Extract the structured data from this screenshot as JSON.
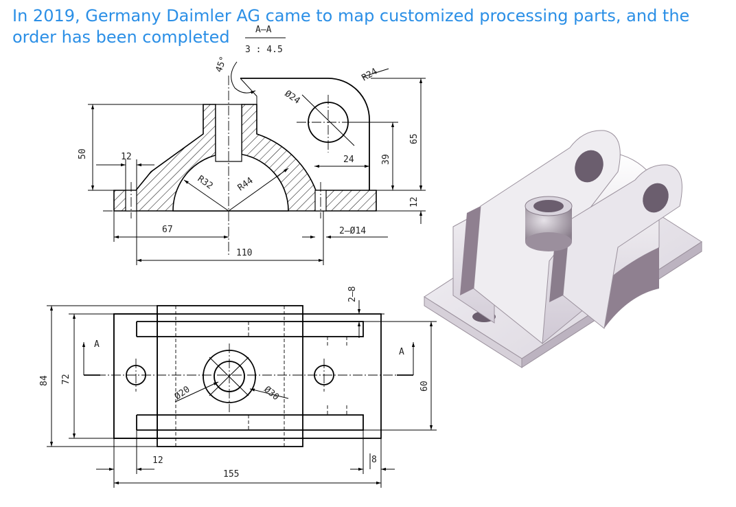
{
  "caption": "In 2019, Germany Daimler AG came to map customized processing parts, and the order has been completed",
  "section_view": {
    "label": "A–A",
    "scale": "3 : 4.5",
    "angle": "45°"
  },
  "dimensions": {
    "d50": "50",
    "d12_top": "12",
    "r32": "R32",
    "r44": "R44",
    "d24_hole": "Ø24",
    "r24": "R24",
    "d24": "24",
    "d39": "39",
    "d65": "65",
    "d12_right": "12",
    "d67": "67",
    "d110": "110",
    "holes": "2–Ø14",
    "d2_8": "2–8",
    "d84": "84",
    "d72": "72",
    "d20": "Ø20",
    "d30": "Ø30",
    "d60": "60",
    "d12_bottom": "12",
    "d155": "155",
    "d8": "8",
    "section_mark_left": "A",
    "section_mark_right": "A"
  },
  "colors": {
    "caption": "#2b8fe6",
    "model_face": "#e9e6ec",
    "model_side": "#8f8090",
    "model_dark": "#6b5e6e"
  }
}
